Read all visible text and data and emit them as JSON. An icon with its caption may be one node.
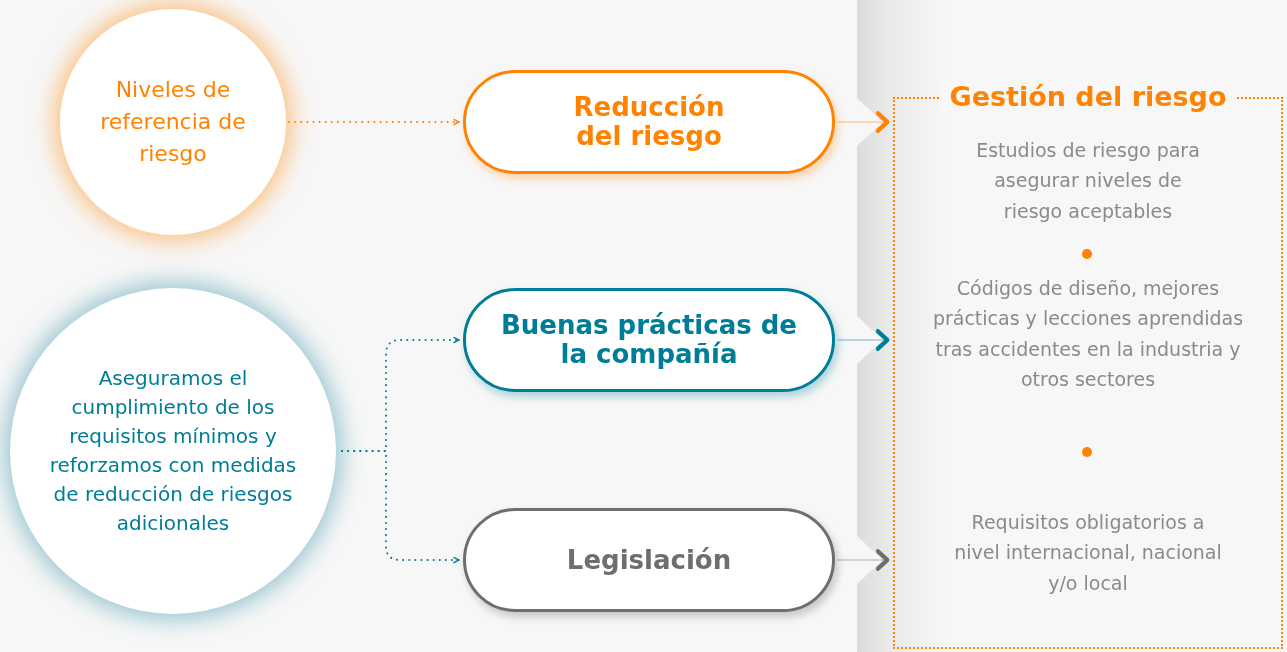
{
  "diagram": {
    "nodes": [
      {
        "text": [
          "Niveles de referencia de riesgo"
        ]
      },
      {
        "text": [
          "Aseguramos el cumplimiento de los requisitos mínimos y reforzamos con medidas de reducción de riesgos adicionales"
        ]
      },
      {
        "text": [
          "Reducción del riesgo"
        ]
      },
      {
        "text": [
          "Buenas prácticas de la compañía"
        ]
      },
      {
        "text": [
          "Legislación"
        ]
      },
      {
        "text": [
          "Gestión del riesgo"
        ]
      },
      {
        "text": [
          "Estudios de riesgo para asegurar niveles de riesgo aceptables"
        ],
        "in": 5
      },
      {
        "text": [
          "Códigos de diseño, mejores prácticas y lecciones aprendidas tras accidentes en la industria y otros sectores"
        ],
        "in": 5
      },
      {
        "text": [
          "Requisitos obligatorios a nivel internacional, nacional y/o local"
        ],
        "in": 5
      }
    ],
    "edges": [
      {
        "from": 0,
        "to": 2,
        "arrow": "to",
        "style": "dashed",
        "color": "#ff8200"
      },
      {
        "from": 1,
        "to": 3,
        "arrow": "to",
        "style": "dashed",
        "color": "#007d96"
      },
      {
        "from": 1,
        "to": 4,
        "arrow": "to",
        "style": "dashed",
        "color": "#007d96"
      },
      {
        "from": 2,
        "to": 5,
        "arrow": "to",
        "color": "#ff8200"
      },
      {
        "from": 3,
        "to": 5,
        "arrow": "to",
        "color": "#007d96"
      },
      {
        "from": 4,
        "to": 5,
        "arrow": "to",
        "color": "#6e6e6e"
      }
    ]
  }
}
